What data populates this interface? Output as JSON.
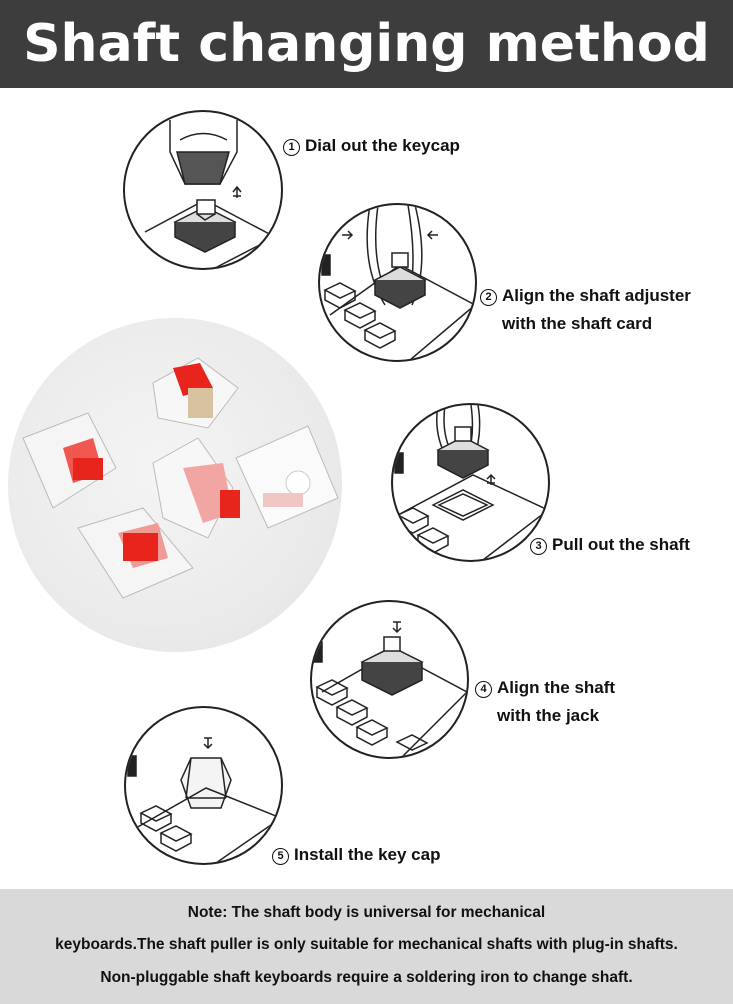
{
  "header": {
    "title": "Shaft changing method"
  },
  "steps": [
    {
      "num": "1",
      "lines": [
        "Dial out the keycap"
      ]
    },
    {
      "num": "2",
      "lines": [
        "Align the shaft adjuster",
        "with the shaft card"
      ]
    },
    {
      "num": "3",
      "lines": [
        "Pull out the shaft"
      ]
    },
    {
      "num": "4",
      "lines": [
        "Align the shaft",
        "with  the jack"
      ]
    },
    {
      "num": "5",
      "lines": [
        "Install the key cap"
      ]
    }
  ],
  "footer": {
    "lines": [
      "Note: The shaft body is universal for mechanical",
      "keyboards.The shaft puller is only suitable for mechanical shafts with plug-in shafts.",
      "Non-pluggable shaft keyboards require a soldering iron to change shaft."
    ]
  },
  "colors": {
    "header_bg": "#3d3d3d",
    "footer_bg": "#d9d9d9",
    "switch_stem": "#e8251d"
  }
}
